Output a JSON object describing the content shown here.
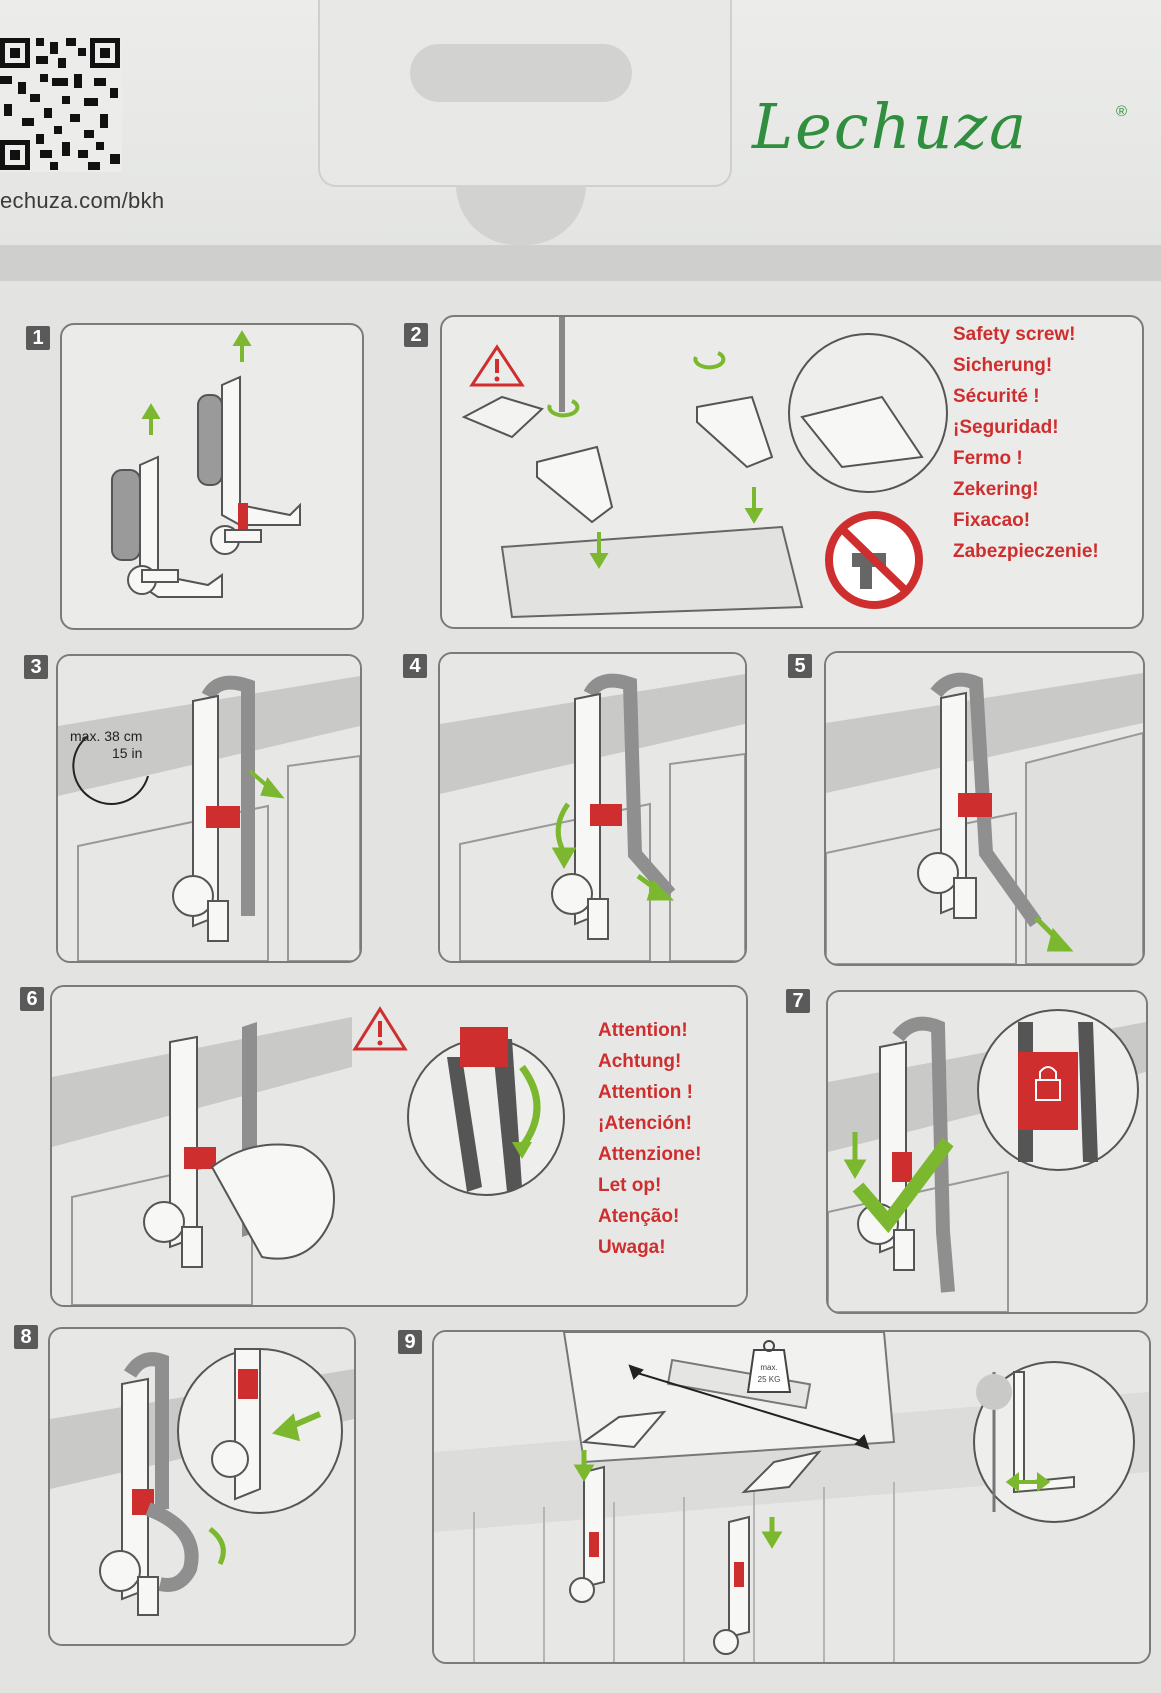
{
  "header": {
    "url": "echuza.com/bkh",
    "brand": "Lechuza",
    "registered": "®"
  },
  "steps": [
    "1",
    "2",
    "3",
    "4",
    "5",
    "6",
    "7",
    "8",
    "9"
  ],
  "step2": {
    "warnings": [
      "Safety screw!",
      "Sicherung!",
      "Sécurité !",
      "¡Seguridad!",
      "Fermo !",
      "Zekering!",
      "Fixacao!",
      "Zabezpieczenie!"
    ]
  },
  "step3": {
    "max_line1": "max. 38 cm",
    "max_line2": "15 in"
  },
  "step6": {
    "warnings": [
      "Attention!",
      "Achtung!",
      "Attention !",
      "¡Atención!",
      "Attenzione!",
      "Let op!",
      "Atenção!",
      "Uwaga!"
    ]
  },
  "step9": {
    "weight_line1": "max.",
    "weight_line2": "25 KG"
  },
  "colors": {
    "accent_red": "#cf2e2e",
    "accent_green": "#7cb82f",
    "brand_green": "#2f8f3e"
  },
  "icons": [
    "qr-code-icon",
    "warning-triangle-icon",
    "no-drill-icon",
    "weight-icon",
    "padlock-icon",
    "checkmark-icon",
    "rotate-arrow-icon"
  ]
}
